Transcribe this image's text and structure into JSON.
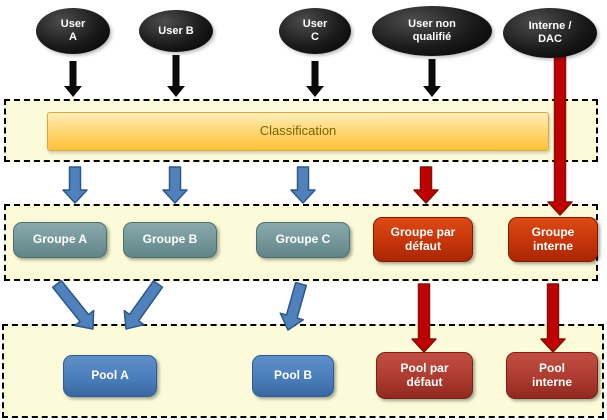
{
  "diagram": {
    "users": [
      {
        "label": [
          "User",
          "A"
        ]
      },
      {
        "label": [
          "User B"
        ]
      },
      {
        "label": [
          "User",
          "C"
        ]
      },
      {
        "label": [
          "User non",
          "qualifié"
        ]
      },
      {
        "label": [
          "Interne /",
          "DAC"
        ]
      }
    ],
    "classification_label": "Classification",
    "groups": [
      {
        "label": [
          "Groupe A"
        ]
      },
      {
        "label": [
          "Groupe B"
        ]
      },
      {
        "label": [
          "Groupe C"
        ]
      },
      {
        "label": [
          "Groupe par",
          "défaut"
        ]
      },
      {
        "label": [
          "Groupe",
          "interne"
        ]
      }
    ],
    "pools": [
      {
        "label": [
          "Pool A"
        ]
      },
      {
        "label": [
          "Pool B"
        ]
      },
      {
        "label": [
          "Pool par",
          "défaut"
        ]
      },
      {
        "label": [
          "Pool",
          "interne"
        ]
      }
    ]
  },
  "colors": {
    "band-bg": "#FBFBD9",
    "classification-top": "#FFEDB8",
    "classification-bottom": "#FFC138",
    "classification-border": "#E0A73E",
    "classification-text": "#7F6000",
    "group-teal": "#779A9C",
    "group-teal-border": "#4C7073",
    "group-red": "#C63509",
    "group-red-border": "#7F1D00",
    "pool-blue": "#4A7EBB",
    "pool-blue-border": "#2E5A94",
    "pool-red": "#AE3B30",
    "pool-red-border": "#7A2014",
    "arrow-blue": "#4F81BD",
    "arrow-blue-border": "#2E5984",
    "arrow-red": "#C00000",
    "arrow-red-border": "#7F1500",
    "arrow-black": "#0A0A0A"
  }
}
